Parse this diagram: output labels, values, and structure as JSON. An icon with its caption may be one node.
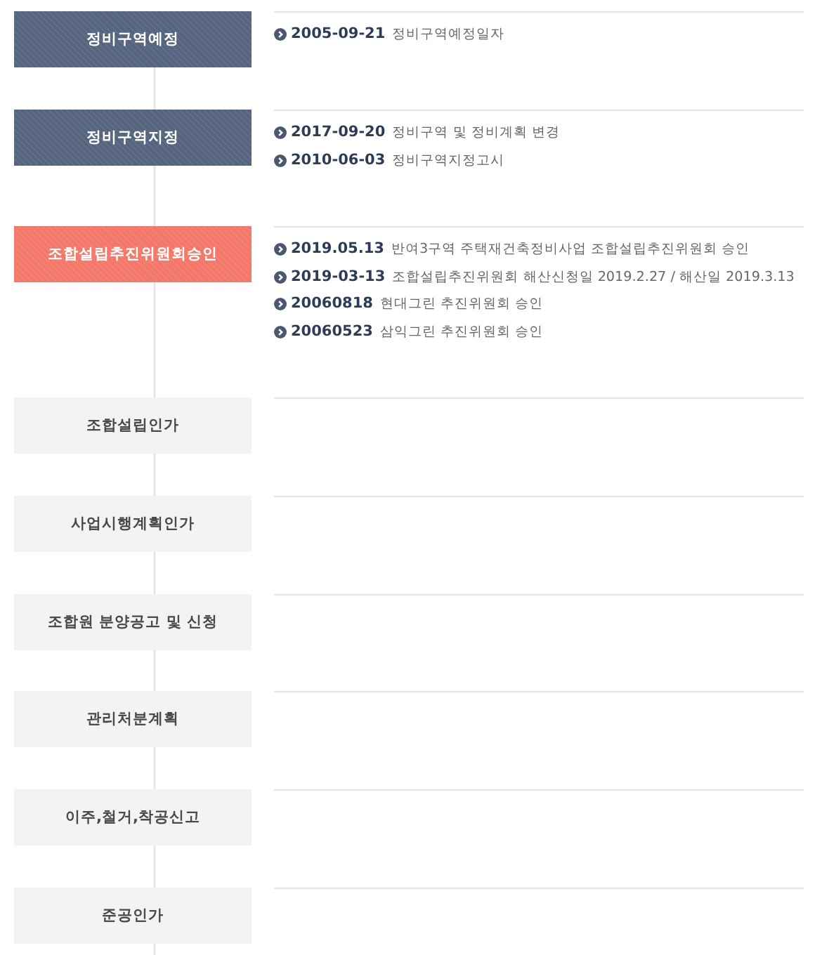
{
  "diagram": {
    "nodes": [
      {
        "text": [
          "정비구역예정"
        ],
        "beside": [
          "**2005-09-21** 정비구역예정일자"
        ]
      },
      {
        "text": [
          "정비구역지정"
        ],
        "beside": [
          "**2017-09-20** 정비구역 및 정비계획 변경",
          "**2010-06-03** 정비구역지정고시"
        ]
      },
      {
        "text": [
          "조합설립추진위원회승인"
        ],
        "beside": [
          "**2019.05.13** 반여3구역 주택재건축정비사업 조합설립추진위원회 승인",
          "**2019-03-13** 조합설립추진위원회 해산신청일 2019.2.27 / 해산일 2019.3.13",
          "**20060818** 현대그린 추진위원회 승인",
          "**20060523** 삼익그린 추진위원회 승인"
        ]
      },
      {
        "text": [
          "조합설립인가"
        ]
      },
      {
        "text": [
          "사업시행계획인가"
        ]
      },
      {
        "text": [
          "조합원 분양공고 및 신청"
        ]
      },
      {
        "text": [
          "관리처분계획"
        ]
      },
      {
        "text": [
          "이주,철거,착공신고"
        ]
      },
      {
        "text": [
          "준공인가"
        ]
      }
    ],
    "edges": [
      {
        "from": 0,
        "to": 1,
        "arrow": "none"
      },
      {
        "from": 1,
        "to": 2,
        "arrow": "none"
      },
      {
        "from": 2,
        "to": 3,
        "arrow": "none"
      },
      {
        "from": 3,
        "to": 4,
        "arrow": "none"
      },
      {
        "from": 4,
        "to": 5,
        "arrow": "none"
      },
      {
        "from": 5,
        "to": 6,
        "arrow": "none"
      },
      {
        "from": 6,
        "to": 7,
        "arrow": "none"
      },
      {
        "from": 7,
        "to": 8,
        "arrow": "none"
      },
      {
        "from": 8,
        "to": null,
        "arrow": "none"
      }
    ]
  }
}
